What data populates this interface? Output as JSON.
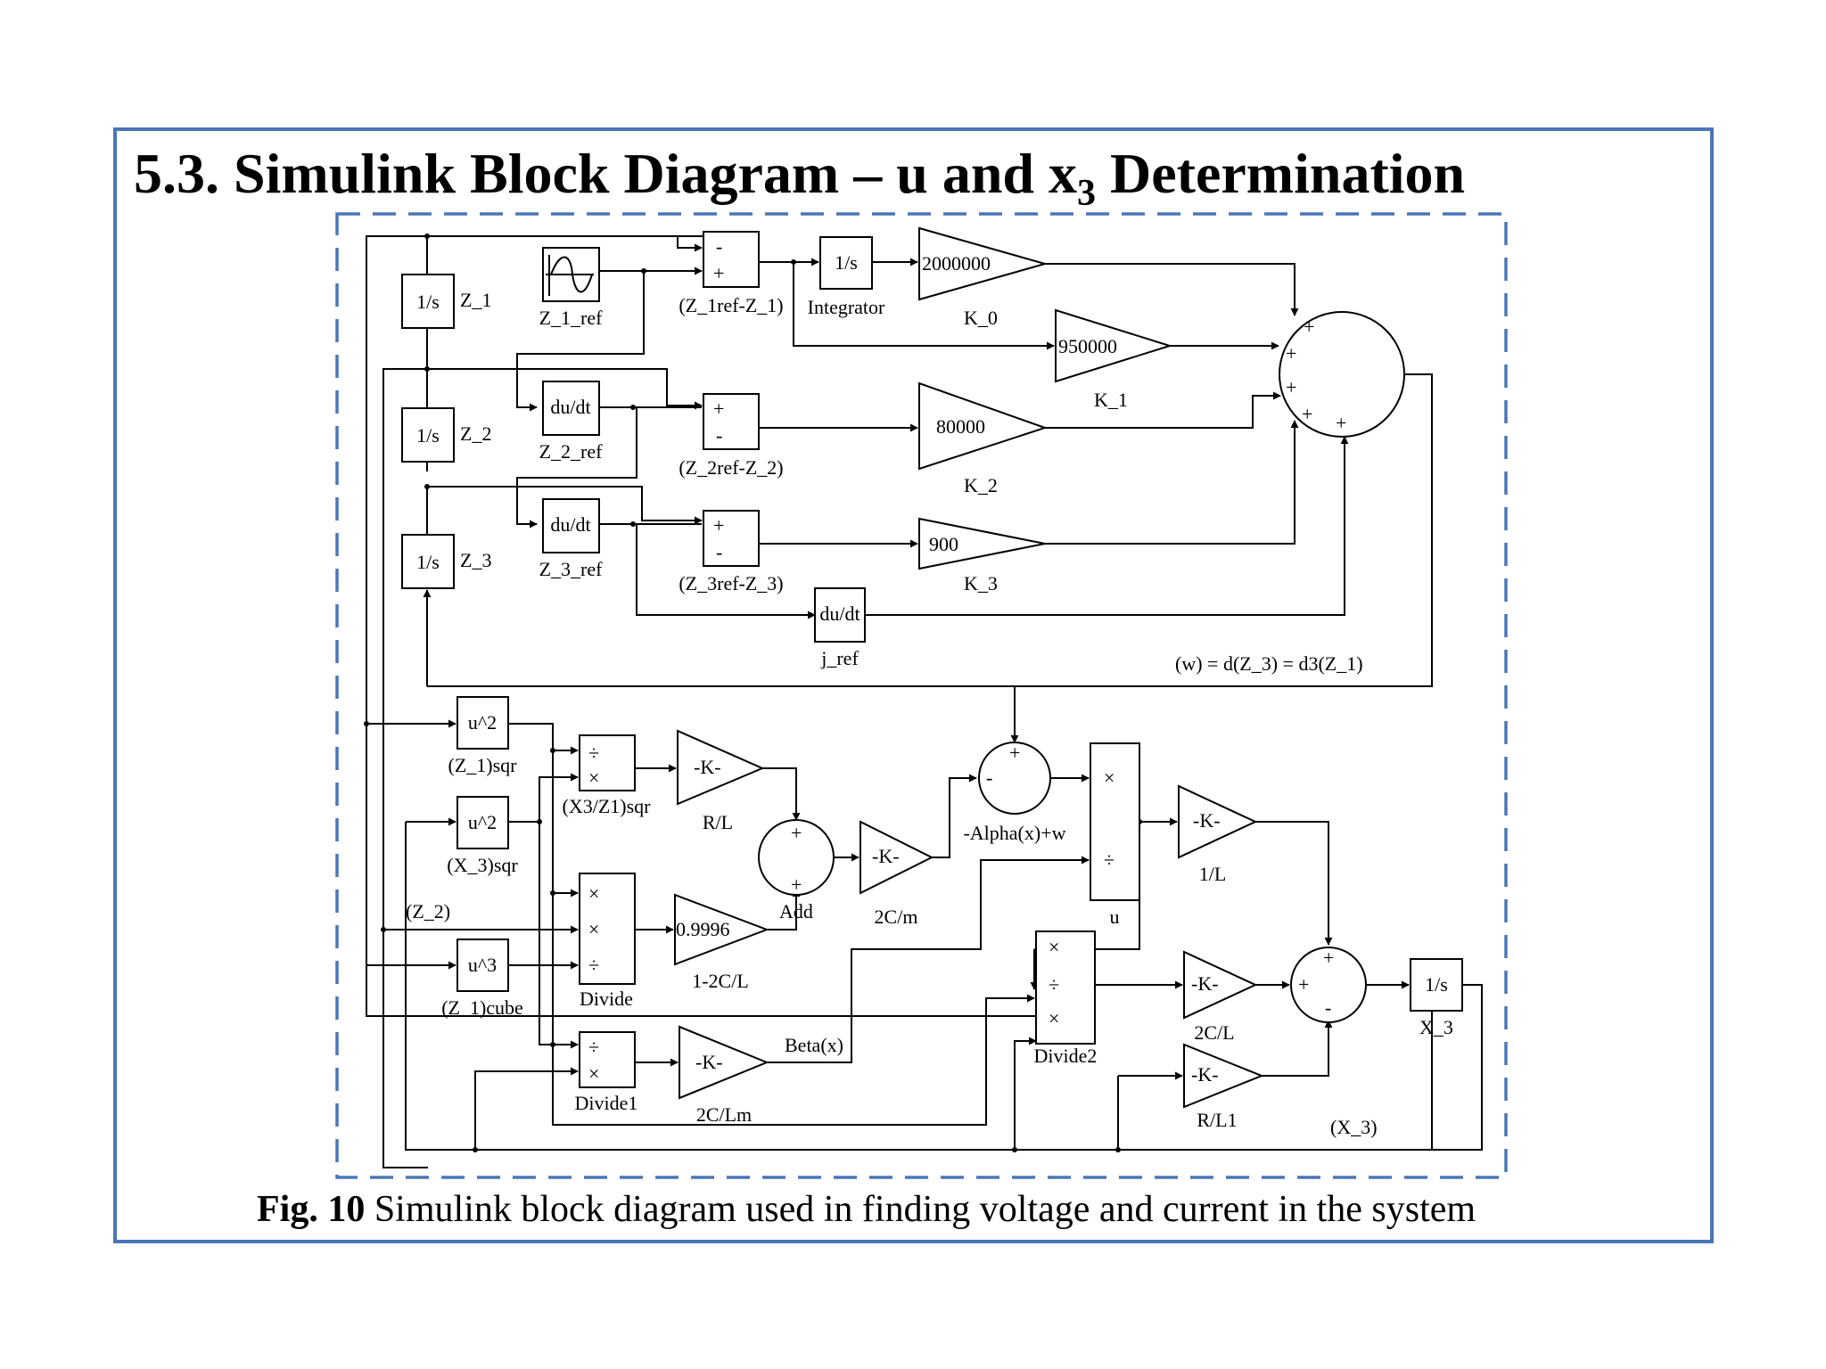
{
  "slide": {
    "title_main": "5.3. Simulink Block Diagram – u and x",
    "title_sub": "3",
    "title_tail": " Determination",
    "caption_label": "Fig. 10",
    "caption_text": " Simulink block diagram used in finding voltage and current in the system"
  },
  "colors": {
    "frame": "#4a76b8",
    "dashed_border": "#4a76b8",
    "wire": "#000000"
  },
  "blocks": {
    "int_z1": {
      "text": "1/s",
      "label": "Z_1"
    },
    "int_z2": {
      "text": "1/s",
      "label": "Z_2"
    },
    "int_z3": {
      "text": "1/s",
      "label": "Z_3"
    },
    "sine": {
      "label": "Z_1_ref"
    },
    "deriv_z2": {
      "text": "du/dt",
      "label": "Z_2_ref"
    },
    "deriv_z3": {
      "text": "du/dt",
      "label": "Z_3_ref"
    },
    "deriv_j": {
      "text": "du/dt",
      "label": "j_ref"
    },
    "sub1": {
      "label": "(Z_1ref-Z_1)",
      "sign_top": "-",
      "sign_bottom": "+"
    },
    "sub2": {
      "label": "(Z_2ref-Z_2)",
      "sign_top": "+",
      "sign_bottom": "-"
    },
    "sub3": {
      "label": "(Z_3ref-Z_3)",
      "sign_top": "+",
      "sign_bottom": "-"
    },
    "integrator": {
      "text": "1/s",
      "label": "Integrator"
    },
    "gain_k0": {
      "text": "2000000",
      "label": "K_0"
    },
    "gain_k1": {
      "text": "950000",
      "label": "K_1"
    },
    "gain_k2": {
      "text": "80000",
      "label": "K_2"
    },
    "gain_k3": {
      "text": "900",
      "label": "K_3"
    },
    "sum_main": {
      "signs": [
        "+",
        "+",
        "+",
        "+",
        "+"
      ]
    },
    "w_label": "(w) = d(Z_3) = d3(Z_1)",
    "sqr_z1": {
      "text": "u^2",
      "label": "(Z_1)sqr"
    },
    "sqr_x3": {
      "text": "u^2",
      "label": "(X_3)sqr"
    },
    "cube_z1": {
      "text": "u^3",
      "label": "(Z_1)cube"
    },
    "z2_tag": "(Z_2)",
    "div_x3z1": {
      "sym1": "÷",
      "sym2": "×",
      "label": "(X3/Z1)sqr"
    },
    "div_main": {
      "sym1": "×",
      "sym2": "×",
      "sym3": "÷",
      "label": "Divide"
    },
    "div1": {
      "sym1": "÷",
      "sym2": "×",
      "label": "Divide1"
    },
    "gain_rl": {
      "text": "-K-",
      "label": "R/L"
    },
    "gain_0996": {
      "text": "0.9996",
      "label": "1-2C/L"
    },
    "gain_2clm": {
      "text": "-K-",
      "label": "2C/Lm"
    },
    "beta_label": "Beta(x)",
    "add": {
      "sign1": "+",
      "sign2": "+",
      "label": "Add"
    },
    "gain_2cm": {
      "text": "-K-",
      "label": "2C/m"
    },
    "sum_alpha": {
      "sign_top": "+",
      "sign_left": "-",
      "label": "-Alpha(x)+w"
    },
    "div_u": {
      "sym1": "×",
      "sym2": "÷",
      "label": "u"
    },
    "gain_1l": {
      "text": "-K-",
      "label": "1/L"
    },
    "div2": {
      "sym1": "×",
      "sym2": "÷",
      "sym3": "×",
      "label": "Divide2"
    },
    "gain_2cl": {
      "text": "-K-",
      "label": "2C/L"
    },
    "gain_rl1": {
      "text": "-K-",
      "label": "R/L1"
    },
    "sum_x3": {
      "sign_top": "+",
      "sign_left": "+",
      "sign_bottom": "-"
    },
    "int_x3": {
      "text": "1/s",
      "label": "X_3"
    },
    "x3_tag": "(X_3)"
  }
}
